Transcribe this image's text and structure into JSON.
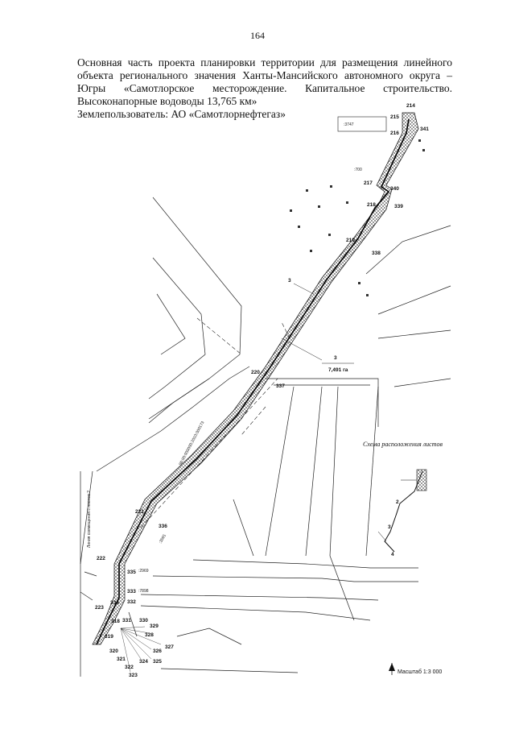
{
  "page_number": "164",
  "title": "Основная часть проекта планировки территории для размещения линейного объекта регионального значения Ханты-Мансийского автономного округа – Югры «Самотлорское месторождение. Капитальное строительство. Высоконапорные водоводы 13,765 км»",
  "land_user": "Землепользователь: АО «Самотлорнефтегаз»",
  "map": {
    "points": [
      "214",
      "215",
      "216",
      "341",
      "217",
      "340",
      "218",
      "339",
      "219",
      "338",
      "220",
      "337",
      "221",
      "336",
      "222",
      "335",
      "333",
      "332",
      "223",
      "334",
      "331",
      "330",
      "329",
      "328",
      "327",
      "326",
      "325",
      "324",
      "323",
      "322",
      "321",
      "320",
      "319",
      "318"
    ],
    "zone_id": "3",
    "zone_area": "7,491 га",
    "cadastral_number": "86:00:000000:2010:000173",
    "parcel_labels": [
      ":3747",
      ":700",
      ":2969",
      ":7898",
      ":3591"
    ],
    "sheet_boundary_note": "Линия совмещения с листом 2",
    "inset_title": "Схема расположения листов",
    "inset_sheets": [
      "2",
      "3",
      "4"
    ],
    "scale": "Масштаб 1:3 000"
  }
}
